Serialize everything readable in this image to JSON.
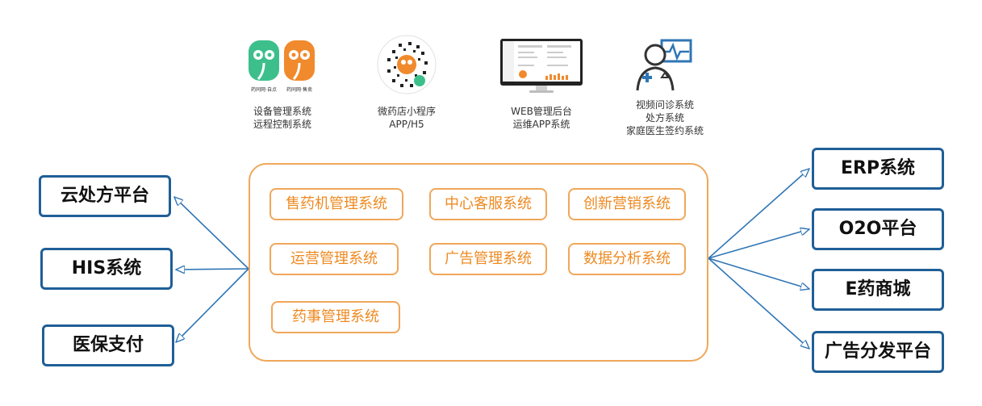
{
  "top_items": [
    {
      "icon": "owl-app-logos",
      "lines": [
        "设备管理系统",
        "远程控制系统"
      ],
      "logo_text_left": "药同网·自点",
      "logo_text_right": "药同网·售卖"
    },
    {
      "icon": "mini-program-qr-code",
      "lines": [
        "微药店小程序",
        "APP/H5"
      ]
    },
    {
      "icon": "web-dashboard-monitor",
      "lines": [
        "WEB管理后台",
        "运维APP系统"
      ]
    },
    {
      "icon": "doctor-video-icon",
      "lines": [
        "视频问诊系统",
        "处方系统",
        "家庭医生签约系统"
      ]
    }
  ],
  "modules": [
    "售药机管理系统",
    "中心客服系统",
    "创新营销系统",
    "运营管理系统",
    "广告管理系统",
    "数据分析系统",
    "药事管理系统"
  ],
  "left_targets": [
    "云处方平台",
    "HIS系统",
    "医保支付"
  ],
  "right_targets": [
    "ERP系统",
    "O2O平台",
    "E药商城",
    "广告分发平台"
  ],
  "colors": {
    "accent_orange": "#f0a75a",
    "module_text": "#ee8a22",
    "blue": "#1f5f97",
    "arrow_blue": "#2f75b5"
  }
}
